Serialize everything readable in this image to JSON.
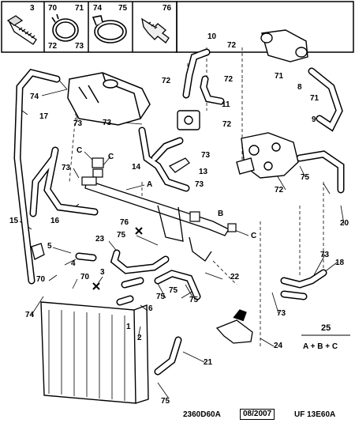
{
  "header_parts": [
    {
      "number": "3",
      "icon": "screw-icon"
    },
    {
      "left": "70",
      "right": "71",
      "bottom_left": "72",
      "bottom_right": "73",
      "icon": "hose-clamp-icon"
    },
    {
      "left": "74",
      "right": "75",
      "icon": "worm-drive-clamp-icon"
    },
    {
      "number": "76",
      "icon": "bolt-icon"
    }
  ],
  "callouts": {
    "l10": "10",
    "l72a": "72",
    "l72b": "72",
    "l72c": "72",
    "l11": "11",
    "l72d": "72",
    "l71a": "71",
    "l8": "8",
    "l71b": "71",
    "l9": "9",
    "l74a": "74",
    "l73a": "73",
    "l17": "17",
    "l73b": "73",
    "l73c": "73",
    "lC1": "C",
    "lC2": "C",
    "l73d": "73",
    "l14": "14",
    "l13": "13",
    "l73e": "73",
    "lA": "A",
    "l16": "16",
    "l15": "15",
    "l76": "76",
    "lB": "B",
    "lC3": "C",
    "l5": "5",
    "l23": "23",
    "l75a": "75",
    "l4": "4",
    "l70a": "70",
    "l70b": "70",
    "l3": "3",
    "l74b": "74",
    "l75b": "75",
    "l6": "6",
    "l75c": "75",
    "l22": "22",
    "l1": "1",
    "l2": "2",
    "l75d": "75",
    "l72e": "72",
    "l75e": "75",
    "l20": "20",
    "l73f": "73",
    "l18": "18",
    "l73g": "73",
    "l21": "21",
    "l24": "24",
    "l75f": "75"
  },
  "legend": {
    "number": "25",
    "formula": "A + B + C"
  },
  "footer": {
    "ref": "2360D60A",
    "date": "08/2007",
    "code": "UF 13E60A"
  }
}
